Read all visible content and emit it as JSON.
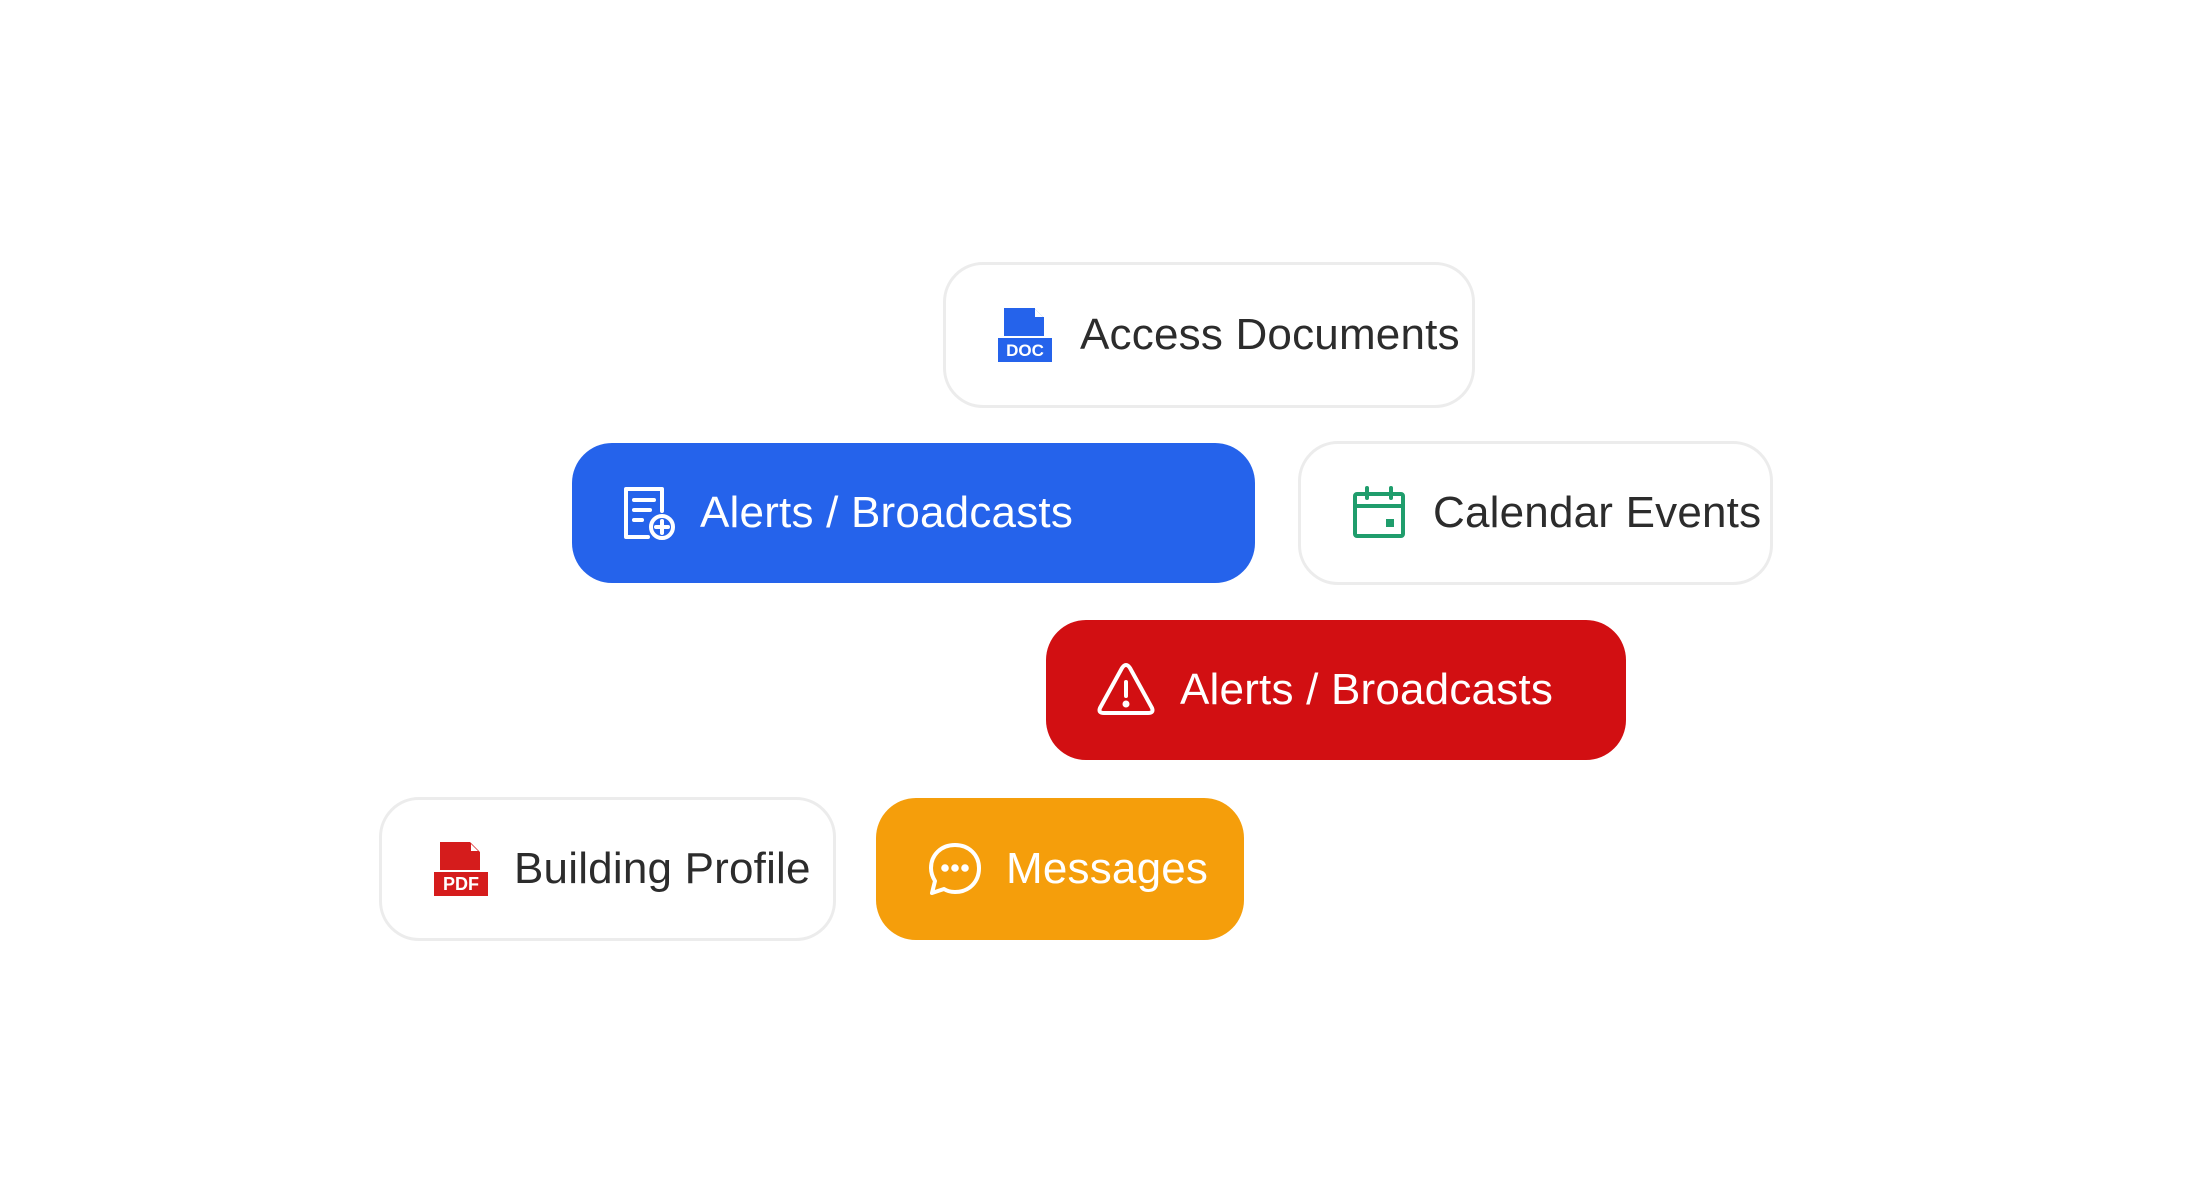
{
  "colors": {
    "blue": "#2563eb",
    "red": "#d20f12",
    "orange": "#f59e0b",
    "green": "#1f9d6c",
    "pdf_red": "#d51c1c",
    "doc_blue": "#2563eb",
    "text_dark": "#2c2c2c",
    "border_light": "#ececec"
  },
  "pills": {
    "access_documents": {
      "label": "Access Documents",
      "icon": "doc-file-icon",
      "badge": "DOC",
      "style": "light"
    },
    "alerts_blue": {
      "label": "Alerts / Broadcasts",
      "icon": "document-add-icon",
      "style": "solid-blue"
    },
    "calendar_events": {
      "label": "Calendar Events",
      "icon": "calendar-icon",
      "style": "light"
    },
    "alerts_red": {
      "label": "Alerts / Broadcasts",
      "icon": "warning-triangle-icon",
      "style": "solid-red"
    },
    "building_profile": {
      "label": "Building Profile",
      "icon": "pdf-file-icon",
      "badge": "PDF",
      "style": "light"
    },
    "messages": {
      "label": "Messages",
      "icon": "chat-bubble-icon",
      "style": "solid-orange"
    }
  }
}
